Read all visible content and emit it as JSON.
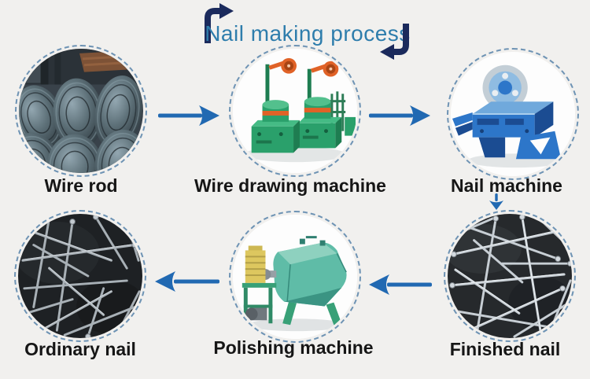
{
  "title": "Nail making process",
  "colors": {
    "background": "#f1f0ee",
    "title_text": "#2e7dac",
    "title_arrows": "#1b2a5c",
    "flow_arrow": "#2169b2",
    "ring_dash": "#6e93b4",
    "label_text": "#161616"
  },
  "stages": [
    {
      "id": "wire-rod",
      "label": "Wire rod",
      "icon": "wire-rod-coils-photo",
      "row": "top"
    },
    {
      "id": "wire-drawing-machine",
      "label": "Wire drawing machine",
      "icon": "wire-drawing-machine-photo",
      "row": "top"
    },
    {
      "id": "nail-machine",
      "label": "Nail machine",
      "icon": "nail-machine-photo",
      "row": "top"
    },
    {
      "id": "finished-nail",
      "label": "Finished nail",
      "icon": "finished-nails-photo",
      "row": "bottom"
    },
    {
      "id": "polishing-machine",
      "label": "Polishing machine",
      "icon": "polishing-machine-photo",
      "row": "bottom"
    },
    {
      "id": "ordinary-nail",
      "label": "Ordinary nail",
      "icon": "ordinary-nails-photo",
      "row": "bottom"
    }
  ],
  "arrows": [
    {
      "from": "wire-rod",
      "to": "wire-drawing-machine",
      "direction": "right"
    },
    {
      "from": "wire-drawing-machine",
      "to": "nail-machine",
      "direction": "right"
    },
    {
      "from": "nail-machine",
      "to": "finished-nail",
      "direction": "down"
    },
    {
      "from": "finished-nail",
      "to": "polishing-machine",
      "direction": "left"
    },
    {
      "from": "polishing-machine",
      "to": "ordinary-nail",
      "direction": "left"
    }
  ]
}
